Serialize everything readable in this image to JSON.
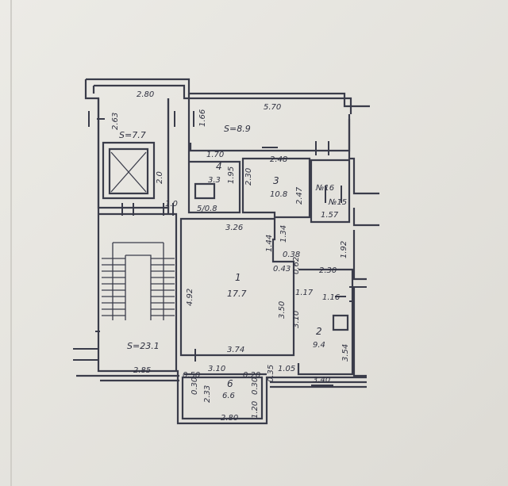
{
  "colors": {
    "paper": "#ebe9e4",
    "paper_shadow": "#d9d7d1",
    "wall": "#3a3c4a",
    "text": "#2f3140"
  },
  "plan": {
    "areas": {
      "top_left": "S=7.7",
      "top_right": "S=8.9",
      "bottom_left": "S=23.1"
    },
    "dims": {
      "top_left_width": "2.80",
      "top_left_height": "2.63",
      "top_right_width": "5.70",
      "top_right_depth": "1.66",
      "elevator_width": "2.0",
      "left_stub": "1.0",
      "room4_width": "1.70",
      "room4_depth": "1.95",
      "room4_sub": "5/0.8",
      "room3_depth": "2.30",
      "room3_width": "2.48",
      "room3_depth2": "2.47",
      "room1_width": "3.26",
      "room1_height": "4.92",
      "room1_right": "3.50",
      "room1_bottom": "3.74",
      "step_144": "1.44",
      "step_134": "1.34",
      "step_038": "0.38",
      "step_043": "0.43",
      "step_062": "0.62",
      "right_width_192": "1.92",
      "right_width_230": "2.30",
      "right_117": "1.17",
      "right_116": "1.16",
      "room2_left": "3.10",
      "room2_right": "3.54",
      "bottom_left_width": "2.85",
      "room6_width_top": "3.10",
      "room6_width_bottom": "2.80",
      "room6_left": "2.33",
      "room6_right": "1.20",
      "small_050": "0.50",
      "small_030a": "0.30",
      "small_020": "0.20",
      "small_030b": "0.30",
      "small_035": "0.35",
      "small_105": "1.05",
      "bottom_right_width": "3.40"
    },
    "rooms": {
      "r1_id": "1",
      "r1_area": "17.7",
      "r2_id": "2",
      "r2_area": "9.4",
      "r3_id": "3",
      "r3_area": "10.8",
      "r4_id": "4",
      "r4_area": "3.3",
      "r6_id": "6",
      "r6_area": "6.6",
      "shaft_16": "№16",
      "shaft_15": "№15",
      "shaft_15_dim": "1.57"
    }
  }
}
